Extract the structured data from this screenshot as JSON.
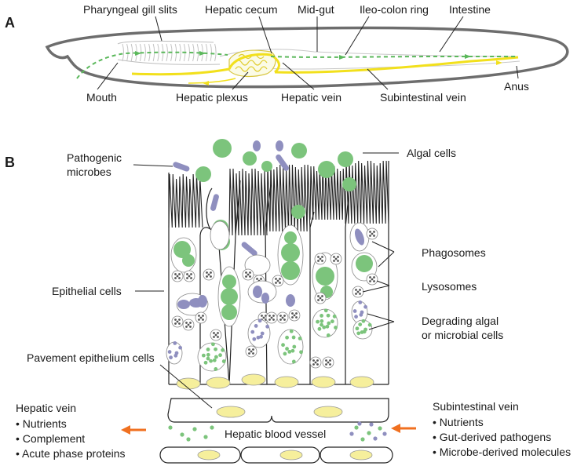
{
  "panels": {
    "a": "A",
    "b": "B"
  },
  "panel_a": {
    "labels": {
      "pharyngeal_gill_slits": "Pharyngeal gill slits",
      "hepatic_cecum": "Hepatic cecum",
      "mid_gut": "Mid-gut",
      "ileo_colon_ring": "Ileo-colon ring",
      "intestine": "Intestine",
      "mouth": "Mouth",
      "hepatic_plexus": "Hepatic plexus",
      "hepatic_vein": "Hepatic vein",
      "subintestinal_vein": "Subintestinal vein",
      "anus": "Anus"
    }
  },
  "panel_b": {
    "labels": {
      "pathogenic_microbes_1": "Pathogenic",
      "pathogenic_microbes_2": "microbes",
      "algal_cells": "Algal cells",
      "phagosomes": "Phagosomes",
      "lysosomes": "Lysosomes",
      "degrading_1": "Degrading algal",
      "degrading_2": "or microbial cells",
      "epithelial_cells": "Epithelial cells",
      "pavement_epithelium_cells": "Pavement epithelium cells",
      "hepatic_blood_vessel": "Hepatic blood vessel"
    },
    "left_box": {
      "title": "Hepatic vein",
      "items": [
        "• Nutrients",
        "• Complement",
        "• Acute phase proteins"
      ]
    },
    "right_box": {
      "title": "Subintestinal vein",
      "items": [
        "• Nutrients",
        "• Gut-derived pathogens",
        "• Microbe-derived molecules"
      ]
    }
  },
  "colors": {
    "outline": "#6d6d6d",
    "gut_dash": "#5bb85b",
    "vessel": "#f2e01c",
    "algae": "#7cc47c",
    "microbe": "#8f8fbf",
    "nucleus": "#f6ef9c",
    "arrow": "#f07020"
  }
}
